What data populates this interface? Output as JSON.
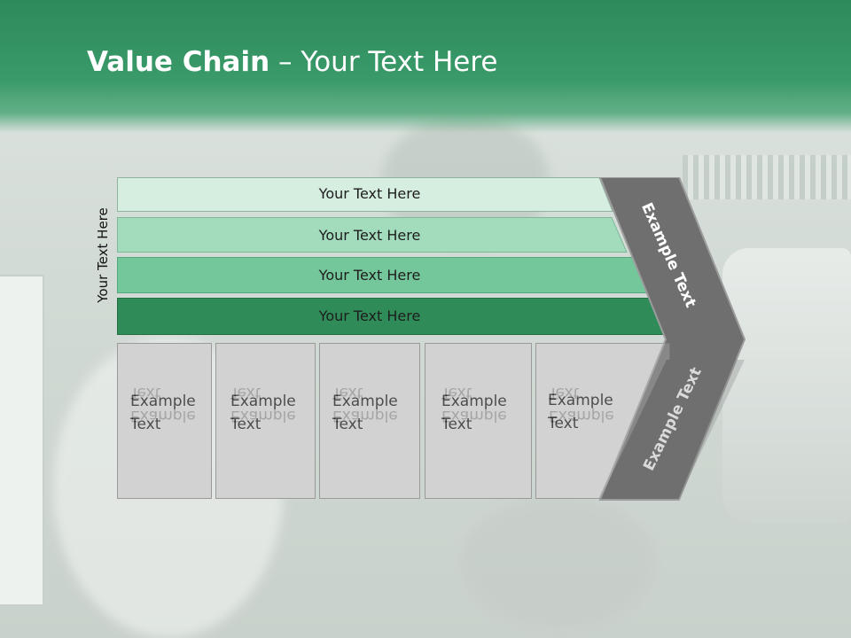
{
  "slide": {
    "title_bold": "Value Chain",
    "title_rest": " – Your Text Here",
    "side_label": "Your Text Here",
    "bands": [
      {
        "label": "Your Text Here",
        "color": "#d5eee0"
      },
      {
        "label": "Your Text Here",
        "color": "#a3dcbd"
      },
      {
        "label": "Your Text Here",
        "color": "#74c79a"
      },
      {
        "label": "Your Text Here",
        "color": "#2f8c58"
      }
    ],
    "chevron": {
      "upper_text": "Example Text",
      "lower_text": "Example Text",
      "color": "#6f6f6f"
    },
    "boxes": [
      {
        "line1": "Example",
        "line2": "Text"
      },
      {
        "line1": "Example",
        "line2": "Text"
      },
      {
        "line1": "Example",
        "line2": "Text"
      },
      {
        "line1": "Example",
        "line2": "Text"
      },
      {
        "line1": "Example",
        "line2": "Text"
      }
    ]
  }
}
